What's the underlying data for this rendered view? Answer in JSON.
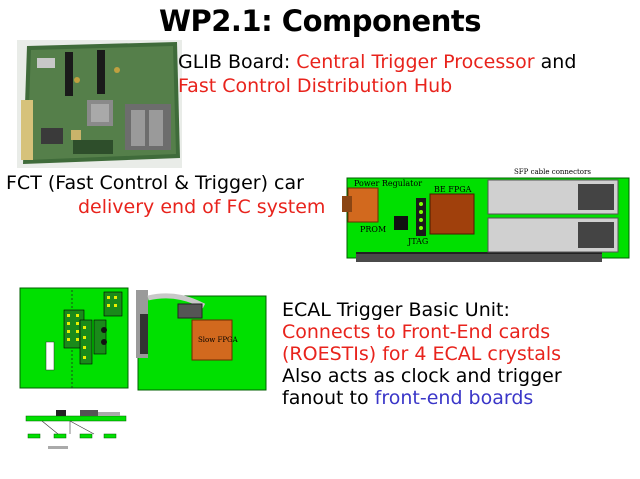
{
  "slide": {
    "title": "WP2.1: Components"
  },
  "glib": {
    "label": "GLIB Board:",
    "part1": "Central Trigger Processor",
    "connector": "and",
    "part2": "Fast Control Distribution Hub"
  },
  "fct": {
    "label": "FCT (Fast Control & Trigger) car",
    "subtitle": "delivery end of FC system",
    "diagram": {
      "power_label": "Power Regulator",
      "prom_label": "PROM",
      "fpga_label": "BE FPGA",
      "jtag_label": "JTAG",
      "sfp_label": "SFP cable connectors"
    }
  },
  "ecal": {
    "heading": "ECAL Trigger Basic Unit:",
    "line1": "Connects to Front-End cards",
    "line2": "(ROESTIs) for 4 ECAL crystals",
    "line3": "Also acts as clock and trigger",
    "line4_prefix": "fanout to",
    "line4_link": "front-end boards",
    "diagram": {
      "fpga_label": "Slow FPGA"
    }
  },
  "colors": {
    "pcb_green": "#00e000",
    "fpga_brown": "#a0400c",
    "orange": "#d2691e",
    "red_text": "#e8231c",
    "blue_text": "#3a36c8"
  }
}
